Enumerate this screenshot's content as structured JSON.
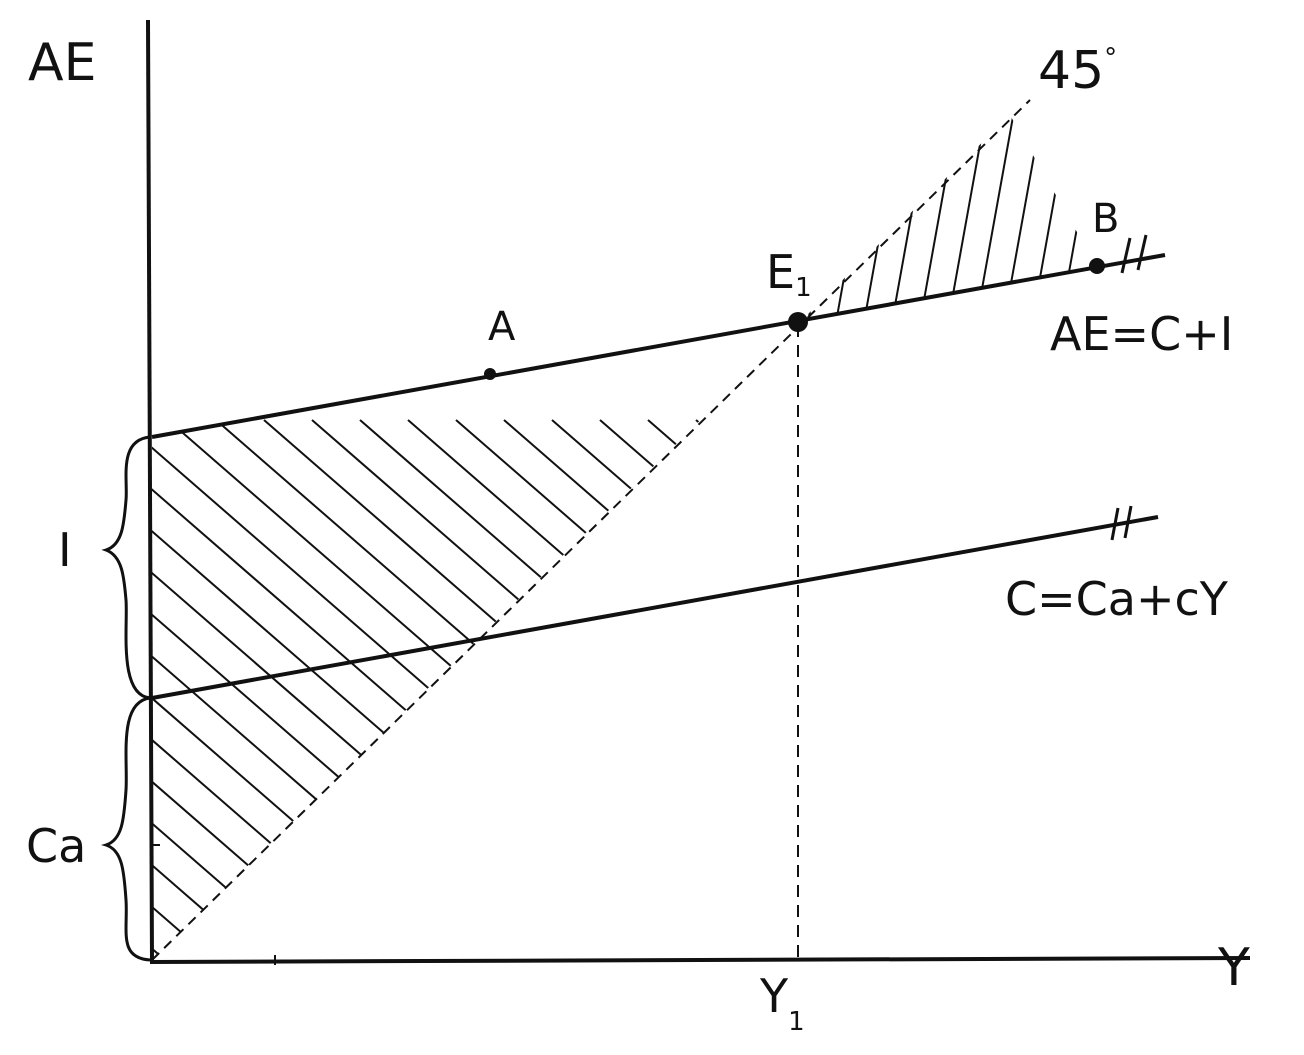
{
  "axes": {
    "y_label": "AE",
    "x_label": "Y"
  },
  "reference_line": {
    "label": "45",
    "degree_symbol": "°"
  },
  "curves": {
    "ae": {
      "label": "AE=C+I"
    },
    "consumption": {
      "label": "C=Ca+cY"
    }
  },
  "points": {
    "a": {
      "label": "A"
    },
    "b": {
      "label": "B"
    },
    "equilibrium": {
      "label": "E",
      "subscript": "1"
    }
  },
  "x_ticks": {
    "y1": {
      "label": "Y",
      "subscript": "1"
    }
  },
  "braces": {
    "investment": {
      "label": "I"
    },
    "autonomous_consumption": {
      "label": "Ca"
    }
  },
  "colors": {
    "ink": "#111111",
    "background": "#ffffff"
  }
}
